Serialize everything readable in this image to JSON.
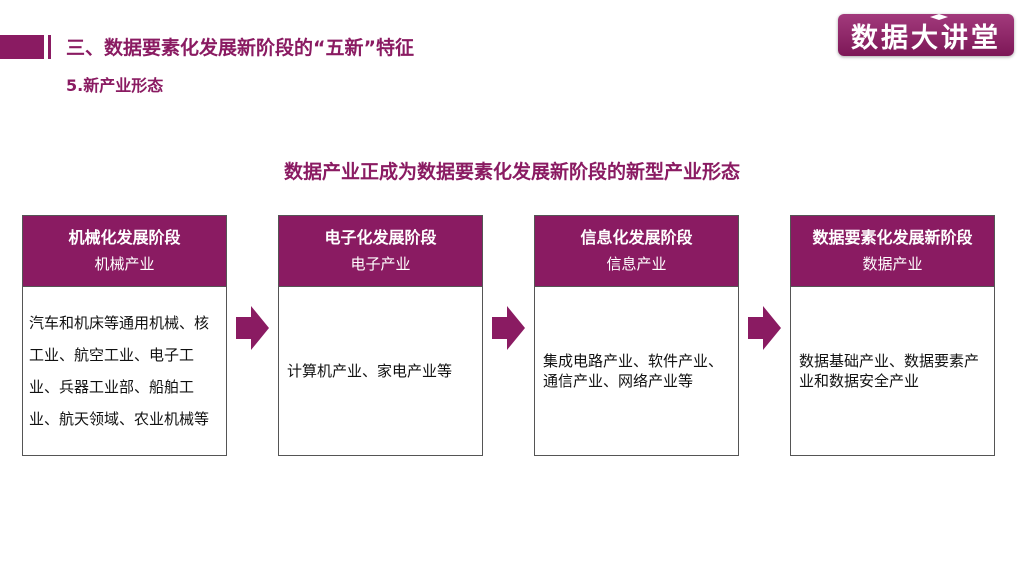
{
  "header": {
    "section_title": "三、数据要素化发展新阶段的“五新”特征",
    "sub_title": "5.新产业形态"
  },
  "logo": {
    "text": "数据大讲堂",
    "icon": "mortarboard-icon"
  },
  "main_heading": "数据产业正成为数据要素化发展新阶段的新型产业形态",
  "colors": {
    "accent": "#8a1b62",
    "border": "#555555",
    "text": "#111111"
  },
  "stages": [
    {
      "name": "机械化发展阶段",
      "industry": "机械产业",
      "description": "汽车和机床等通用机械、核工业、航空工业、电子工业、兵器工业部、船舶工业、航天领域、农业机械等"
    },
    {
      "name": "电子化发展阶段",
      "industry": "电子产业",
      "description": "计算机产业、家电产业等"
    },
    {
      "name": "信息化发展阶段",
      "industry": "信息产业",
      "description": "集成电路产业、软件产业、通信产业、网络产业等"
    },
    {
      "name": "数据要素化发展新阶段",
      "industry": "数据产业",
      "description": "数据基础产业、数据要素产业和数据安全产业"
    }
  ]
}
